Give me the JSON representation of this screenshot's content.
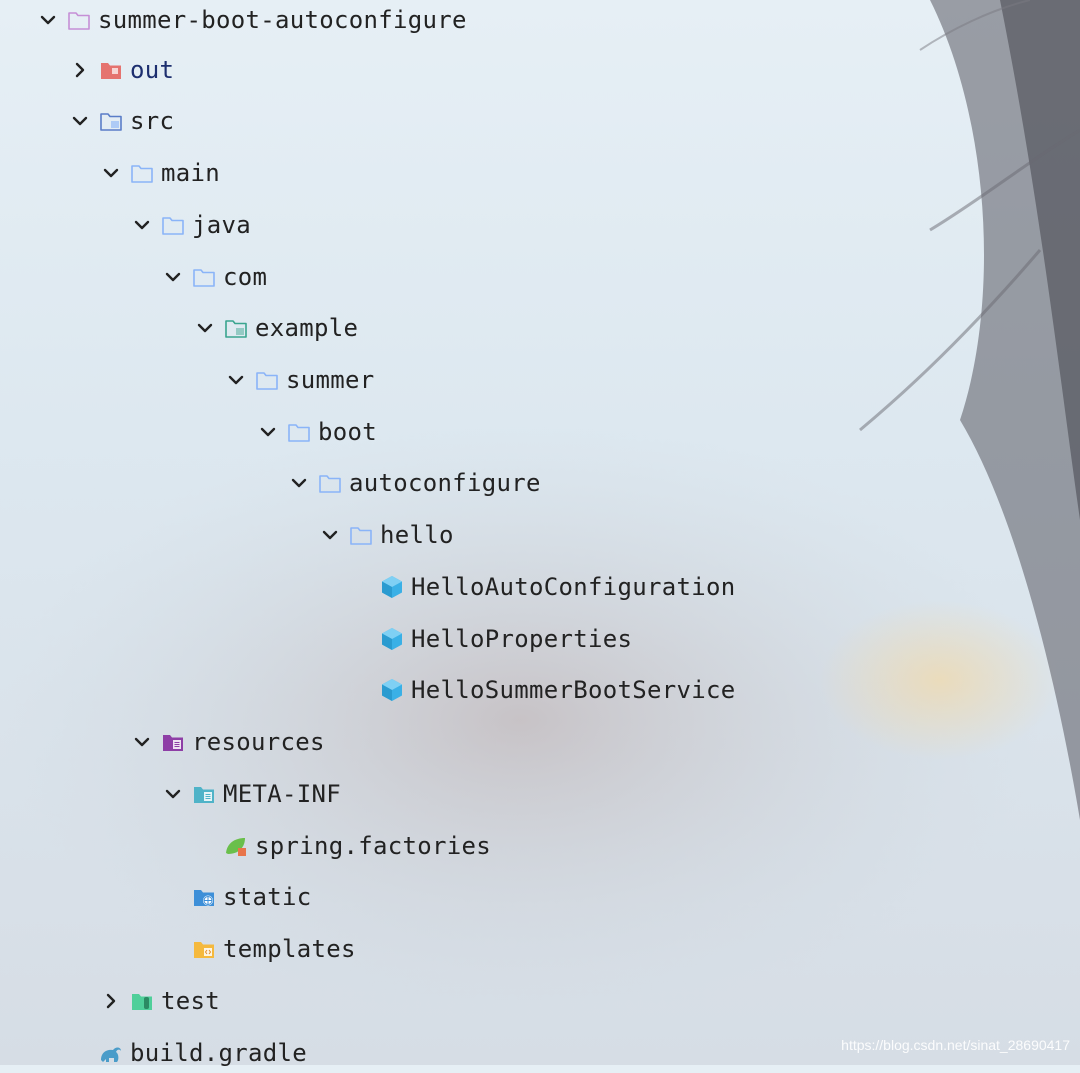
{
  "tree": {
    "items": [
      {
        "label": "summer-boot-autoconfigure",
        "chevron": "down",
        "icon": "module-folder-icon"
      },
      {
        "label": "out",
        "chevron": "right",
        "icon": "excluded-folder-icon"
      },
      {
        "label": "src",
        "chevron": "down",
        "icon": "source-folder-icon"
      },
      {
        "label": "main",
        "chevron": "down",
        "icon": "folder-icon"
      },
      {
        "label": "java",
        "chevron": "down",
        "icon": "folder-icon"
      },
      {
        "label": "com",
        "chevron": "down",
        "icon": "folder-icon"
      },
      {
        "label": "example",
        "chevron": "down",
        "icon": "package-folder-icon"
      },
      {
        "label": "summer",
        "chevron": "down",
        "icon": "folder-icon"
      },
      {
        "label": "boot",
        "chevron": "down",
        "icon": "folder-icon"
      },
      {
        "label": "autoconfigure",
        "chevron": "down",
        "icon": "folder-icon"
      },
      {
        "label": "hello",
        "chevron": "down",
        "icon": "folder-icon"
      },
      {
        "label": "HelloAutoConfiguration",
        "chevron": "none",
        "icon": "class-cube-icon"
      },
      {
        "label": "HelloProperties",
        "chevron": "none",
        "icon": "class-cube-icon"
      },
      {
        "label": "HelloSummerBootService",
        "chevron": "none",
        "icon": "class-cube-icon"
      },
      {
        "label": "resources",
        "chevron": "down",
        "icon": "resources-folder-icon"
      },
      {
        "label": "META-INF",
        "chevron": "down",
        "icon": "meta-folder-icon"
      },
      {
        "label": "spring.factories",
        "chevron": "none",
        "icon": "spring-leaf-icon"
      },
      {
        "label": "static",
        "chevron": "none",
        "icon": "web-folder-icon"
      },
      {
        "label": "templates",
        "chevron": "none",
        "icon": "templates-folder-icon"
      },
      {
        "label": "test",
        "chevron": "right",
        "icon": "test-folder-icon"
      },
      {
        "label": "build.gradle",
        "chevron": "none",
        "icon": "gradle-icon"
      }
    ]
  },
  "watermark": "https://blog.csdn.net/sinat_28690417",
  "colors": {
    "folder_blue": "#8ab4f8",
    "module_purple": "#c58fd6",
    "excluded_red": "#e5736f",
    "package_green": "#3aa58f",
    "class_blue": "#3ab0e6",
    "resources_purple": "#8e3ea6",
    "meta_teal": "#4fb3c8",
    "web_blue": "#3d8fd8",
    "templates_orange": "#f5b93d",
    "test_green": "#4fcf9a"
  }
}
